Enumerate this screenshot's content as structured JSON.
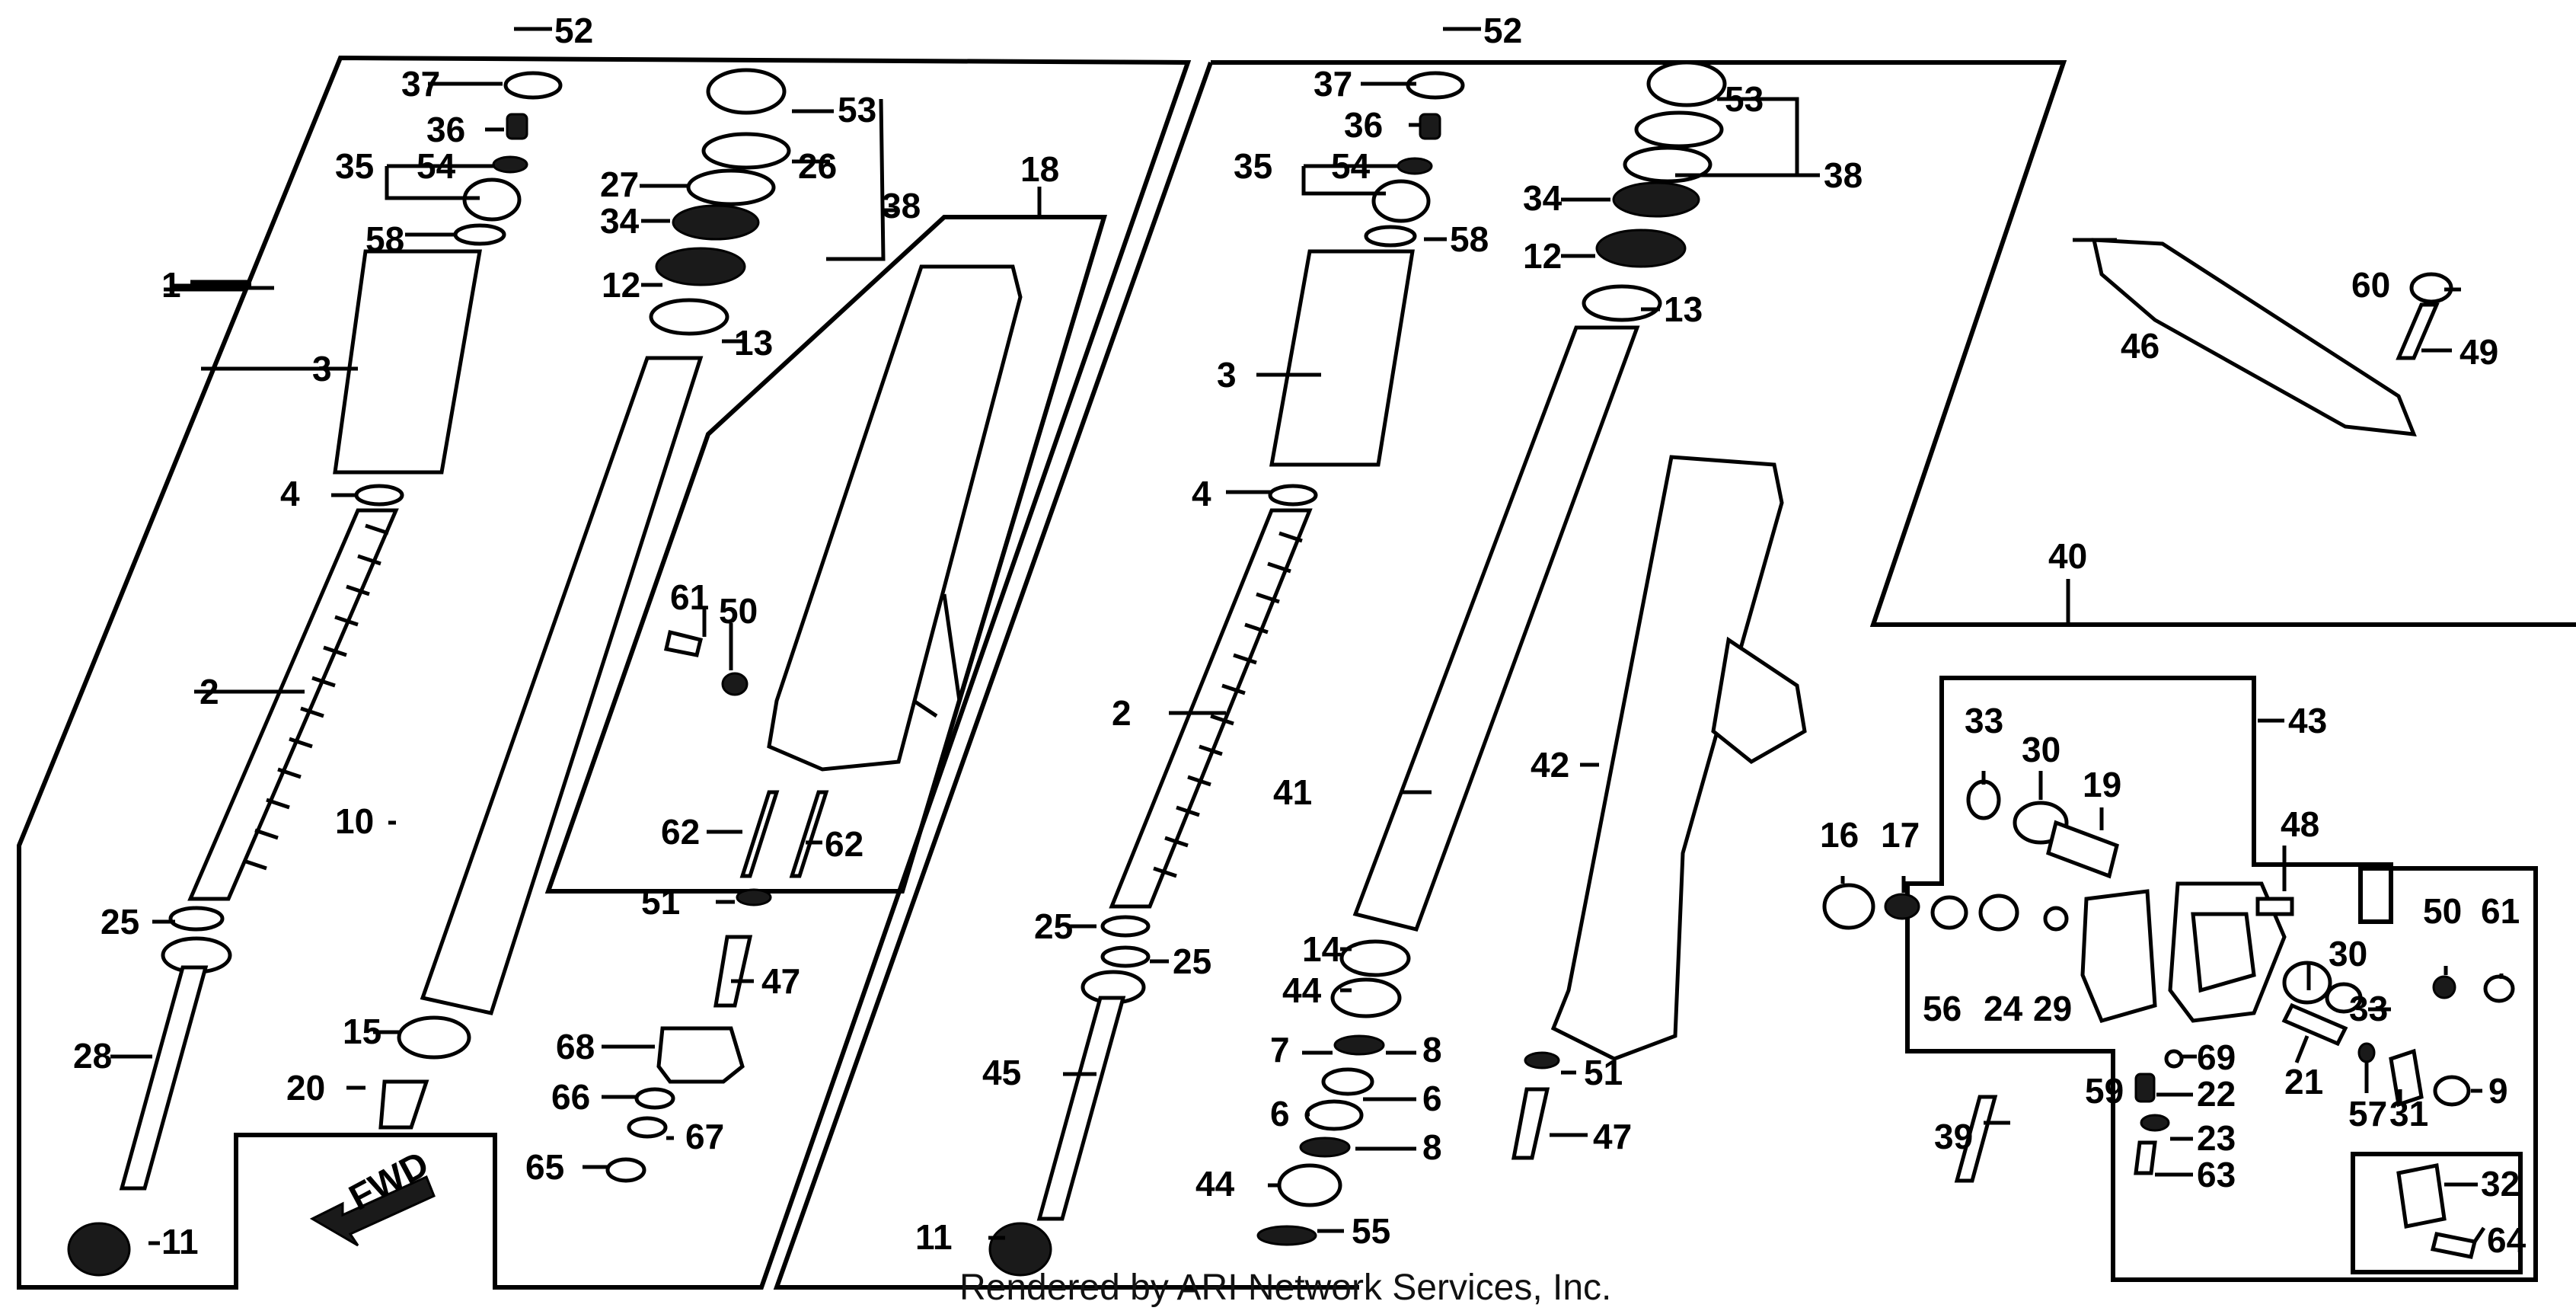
{
  "diagram": {
    "footer": "Rendered by ARI Network Services, Inc.",
    "fwd_label": "FWD",
    "left_fork_labels": {
      "l1": "1",
      "l2": "2",
      "l3": "3",
      "l4": "4",
      "l10": "10",
      "l11": "11",
      "l12": "12",
      "l13": "13",
      "l15": "15",
      "l18": "18",
      "l20": "20",
      "l25": "25",
      "l26": "26",
      "l27": "27",
      "l28": "28",
      "l34": "34",
      "l35": "35",
      "l36": "36",
      "l37": "37",
      "l38": "38",
      "l47": "47",
      "l50": "50",
      "l51": "51",
      "l52": "52",
      "l53": "53",
      "l54": "54",
      "l58": "58",
      "l61": "61",
      "l62a": "62",
      "l62b": "62",
      "l65": "65",
      "l66": "66",
      "l67": "67",
      "l68": "68"
    },
    "right_fork_labels": {
      "l2": "2",
      "l3": "3",
      "l4": "4",
      "l6a": "6",
      "l6b": "6",
      "l7": "7",
      "l8a": "8",
      "l8b": "8",
      "l11": "11",
      "l12": "12",
      "l13": "13",
      "l14": "14",
      "l25a": "25",
      "l25b": "25",
      "l34": "34",
      "l35": "35",
      "l36": "36",
      "l37": "37",
      "l38": "38",
      "l41": "41",
      "l42": "42",
      "l44a": "44",
      "l44b": "44",
      "l45": "45",
      "l47": "47",
      "l51": "51",
      "l52": "52",
      "l53": "53",
      "l54": "54",
      "l55": "55",
      "l58": "58"
    },
    "brake_labels": {
      "l9": "9",
      "l16": "16",
      "l17": "17",
      "l19": "19",
      "l21": "21",
      "l22": "22",
      "l23": "23",
      "l24": "24",
      "l29": "29",
      "l30a": "30",
      "l30b": "30",
      "l31": "31",
      "l32": "32",
      "l33a": "33",
      "l33b": "33",
      "l39": "39",
      "l40": "40",
      "l43": "43",
      "l46": "46",
      "l48": "48",
      "l49": "49",
      "l50": "50",
      "l56": "56",
      "l57": "57",
      "l59": "59",
      "l60": "60",
      "l61": "61",
      "l63": "63",
      "l64": "64",
      "l69": "69"
    }
  }
}
